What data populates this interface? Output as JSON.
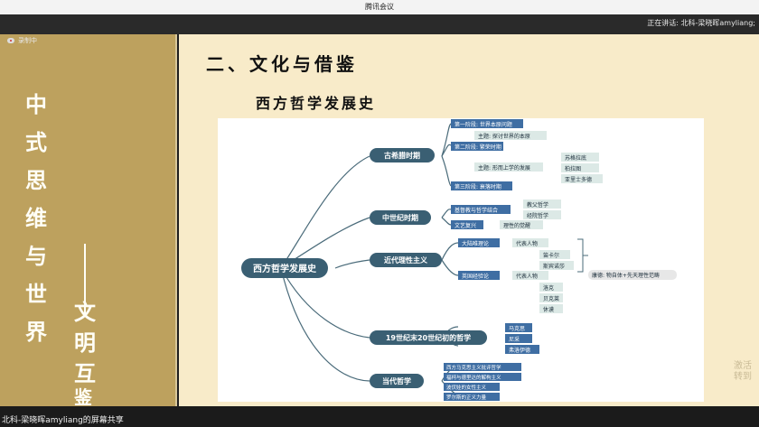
{
  "window": {
    "title": "腾讯会议"
  },
  "meeting": {
    "speaking": "正在讲话: 北科-梁晓晖amyliang;",
    "recording": "录制中",
    "share_label": "北科-梁晓晖amyliang的屏幕共享"
  },
  "slide": {
    "side_title_chars": [
      "中",
      "式",
      "思",
      "维",
      "与",
      "世",
      "界"
    ],
    "side_sub_chars": [
      "文",
      "明",
      "互",
      "鉴"
    ],
    "heading": "二、文化与借鉴",
    "subheading": "西方哲学发展史",
    "watermark": [
      "激活",
      "转到"
    ]
  },
  "mindmap": {
    "root": "西方哲学发展史",
    "branches": [
      {
        "label": "古希腊时期",
        "children": [
          "第一阶段: 世界本原问题",
          "主题: 探讨世界的本原",
          "第二阶段: 繁荣时期",
          "主题: 形而上学的发展",
          "苏格拉底",
          "柏拉图",
          "亚里士多德",
          "第三阶段: 衰落时期"
        ]
      },
      {
        "label": "中世纪时期",
        "children": [
          "基督教与哲学结合",
          "教父哲学",
          "经院哲学",
          "文艺复兴",
          "理性的觉醒"
        ]
      },
      {
        "label": "近代理性主义",
        "children": [
          "大陆唯理论",
          "代表人物",
          "笛卡尔",
          "斯宾诺莎",
          "英国经验论",
          "代表人物",
          "洛克",
          "贝克莱",
          "休谟",
          "康德: 物自体+先天理性范畴"
        ]
      },
      {
        "label": "19世纪末20世纪初的哲学",
        "children": [
          "马克思",
          "尼采",
          "弗洛伊德"
        ]
      },
      {
        "label": "当代哲学",
        "children": [
          "西方马克思主义批评哲学",
          "福柯与德里达的解构主义",
          "波伏娃的女性主义",
          "罗尔斯的正义力量"
        ]
      }
    ]
  }
}
